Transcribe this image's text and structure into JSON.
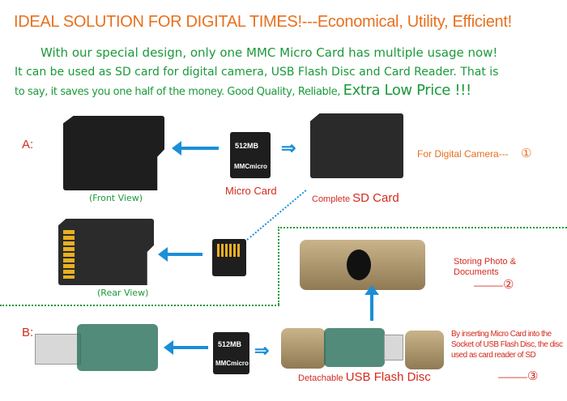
{
  "headline": {
    "main": "IDEAL SOLUTION FOR DIGITAL TIMES!",
    "sep": "---",
    "tail": "Economical, Utility, Efficient!"
  },
  "intro": {
    "line1": "With our special design, only one MMC Micro Card has multiple usage now!",
    "line2": "It can be used as SD card for digital camera, USB Flash Disc and Card Reader. That is",
    "line3": "to say, it saves you one half of the money.  Good Quality, Reliable,",
    "price": "Extra Low Price !!!"
  },
  "section_a": {
    "label": "A:",
    "front_view": "(Front View)",
    "rear_view": "(Rear View)",
    "micro_card": "Micro Card",
    "card_capacity": "512MB",
    "card_brand": "MMCmicro",
    "complete_prefix": "Complete ",
    "complete_sd": "SD Card",
    "camera_use": "For Digital Camera---",
    "camera_num": "①"
  },
  "section_usb": {
    "storing": "Storing Photo &",
    "documents": "Documents",
    "num_dash": "———",
    "num": "②"
  },
  "section_b": {
    "label": "B:",
    "card_capacity": "512MB",
    "card_brand": "MMCmicro",
    "detachable_prefix": "Detachable ",
    "usb_flash": "USB Flash Disc",
    "reader_desc1": "By inserting Micro Card into the",
    "reader_desc2": "Socket of USB Flash Disc, the disc",
    "reader_desc3": "used as card reader of SD",
    "num_dash": "———",
    "num": "③"
  }
}
